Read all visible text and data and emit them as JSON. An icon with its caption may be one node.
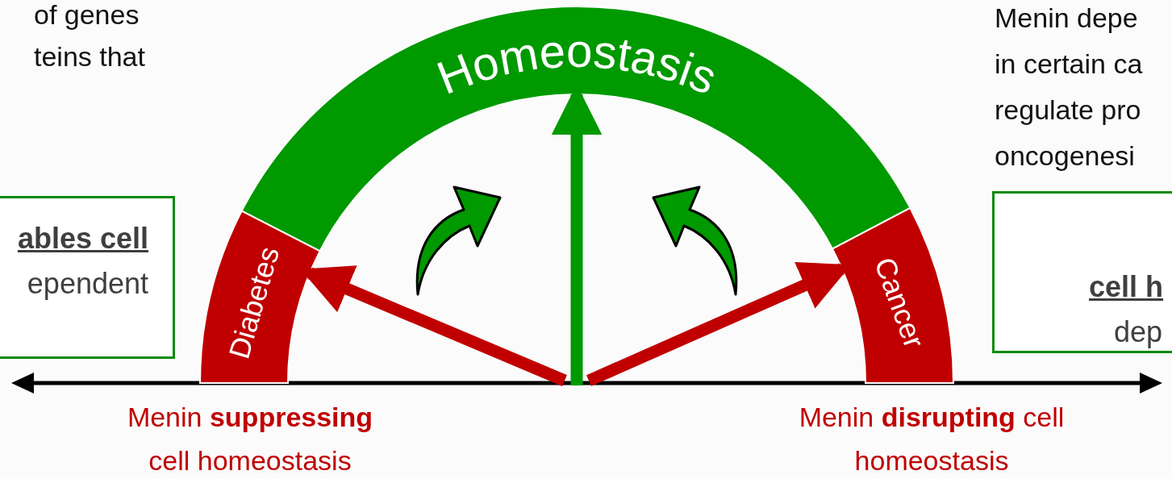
{
  "diagram": {
    "nodes": [
      {
        "text": [
          "Homeostasis"
        ]
      },
      {
        "text": [
          "Diabetes"
        ]
      },
      {
        "text": [
          "Cancer"
        ]
      },
      {
        "text": [
          "ables cell",
          "ependent"
        ]
      },
      {
        "text": [
          "cell h",
          "dep"
        ]
      }
    ],
    "edges": [
      {
        "from": null,
        "to": 0,
        "arrow": "to",
        "color": "#009900"
      },
      {
        "from": null,
        "to": 1,
        "arrow": "to"
      },
      {
        "from": null,
        "to": 2,
        "arrow": "to"
      }
    ],
    "labels": [
      "of genes teins that",
      "Menin depe in certain ca regulate pro oncogenesi",
      "Menin **suppressing** cell homeostasis",
      "Menin **disrupting** cell homeostasis"
    ]
  }
}
